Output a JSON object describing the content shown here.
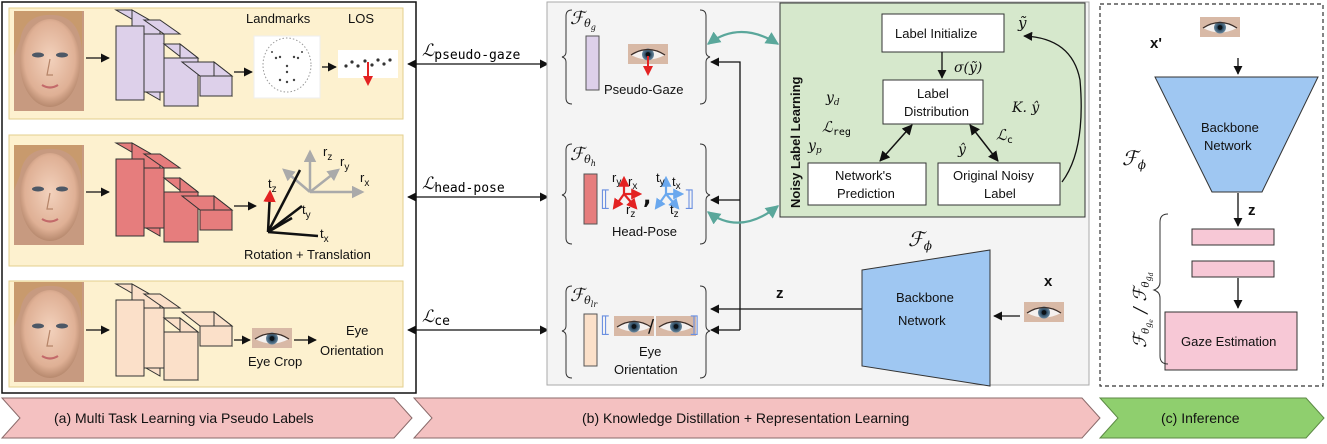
{
  "panel_a": {
    "row1": {
      "landmarks": "Landmarks",
      "los": "LOS"
    },
    "row2": {
      "axes_r": [
        "r",
        "r",
        "r"
      ],
      "axes_r_sub": [
        "z",
        "y",
        "x"
      ],
      "axes_t": [
        "t",
        "t",
        "t"
      ],
      "axes_t_sub": [
        "z",
        "y",
        "x"
      ],
      "caption": "Rotation + Translation"
    },
    "row3": {
      "eye_crop": "Eye Crop",
      "eye_orient_1": "Eye",
      "eye_orient_2": "Orientation"
    }
  },
  "losses": {
    "pseudo_gaze": "pseudo-gaze",
    "head_pose": "head-pose",
    "ce": "ce"
  },
  "panel_b": {
    "heads": {
      "gaze": {
        "theta_sub": "g",
        "label": "Pseudo-Gaze"
      },
      "head": {
        "theta_sub": "h",
        "label": "Head-Pose"
      },
      "eye": {
        "theta_sub": "lr",
        "label_1": "Eye",
        "label_2": "Orientation"
      }
    },
    "noisy": {
      "title": "Noisy Label Learning",
      "label_initialize": "Label Initialize",
      "label_dist_1": "Label",
      "label_dist_2": "Distribution",
      "net_pred_1": "Network's",
      "net_pred_2": "Prediction",
      "orig_noisy_1": "Original Noisy",
      "orig_noisy_2": "Label",
      "yhat_tilde": "ỹ",
      "sigma": "σ(ỹ)",
      "yd": "y",
      "yd_sub": "d",
      "yp": "y",
      "yp_sub": "p",
      "k_yhat": "K. ŷ",
      "l_reg_sub": "reg",
      "l_c_sub": "c",
      "y_hat": "ŷ"
    },
    "backbone_1": "Backbone",
    "backbone_2": "Network",
    "z": "z",
    "x": "x"
  },
  "panel_c": {
    "x_prime": "x'",
    "backbone_1": "Backbone",
    "backbone_2": "Network",
    "z": "z",
    "gaze_estimation": "Gaze Estimation"
  },
  "banners": {
    "a": "(a) Multi Task Learning via Pseudo Labels",
    "b": "(b) Knowledge Distillation + Representation Learning",
    "c": "(c) Inference"
  },
  "colors": {
    "cream": "#fdf1cf",
    "lavender": "#ddd0ea",
    "salmon": "#e67d7d",
    "peach": "#fbe0c9",
    "green_box": "#d6e8cc",
    "blue": "#9fc7f2",
    "pink": "#f7c8d6",
    "banner_pink": "#f4c1c1",
    "banner_green": "#8fcf6e",
    "teal": "#5aa79b",
    "red": "#e32222"
  }
}
